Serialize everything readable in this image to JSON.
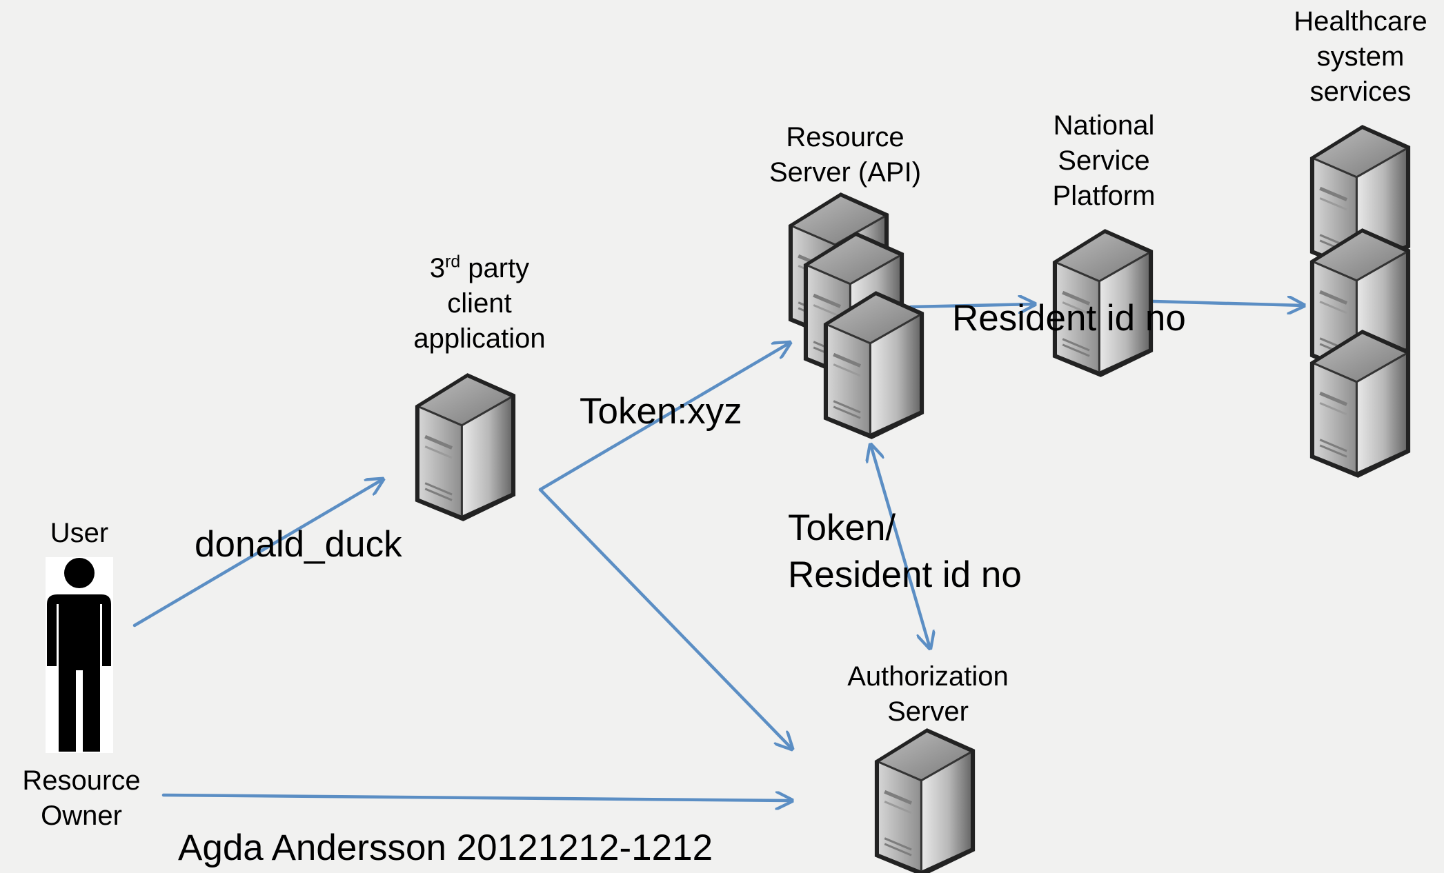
{
  "nodes": {
    "user_top": "User",
    "user_bottom": [
      "Resource",
      "Owner"
    ],
    "client": {
      "prefix": "3",
      "sup": "rd",
      "rest": "party",
      "lines": [
        "client",
        "application"
      ]
    },
    "resource_server": [
      "Resource",
      "Server (API)"
    ],
    "national_platform": [
      "National",
      "Service",
      "Platform"
    ],
    "healthcare": [
      "Healthcare",
      "system",
      "services"
    ],
    "auth_server": [
      "Authorization",
      "Server"
    ]
  },
  "edge_labels": {
    "user_to_client": "donald_duck",
    "client_to_resource": "Token:xyz",
    "resource_to_auth": [
      "Token/",
      "Resident id no"
    ],
    "resource_to_national": "Resident id no",
    "user_to_auth": "Agda Andersson 20121212-1212"
  },
  "colors": {
    "arrow": "#5b8ec4",
    "server_light": "#e4e4e4",
    "server_dark": "#6a6a6a",
    "person": "#000000"
  },
  "icons": {
    "server": "server-tower-icon",
    "user": "person-icon"
  }
}
